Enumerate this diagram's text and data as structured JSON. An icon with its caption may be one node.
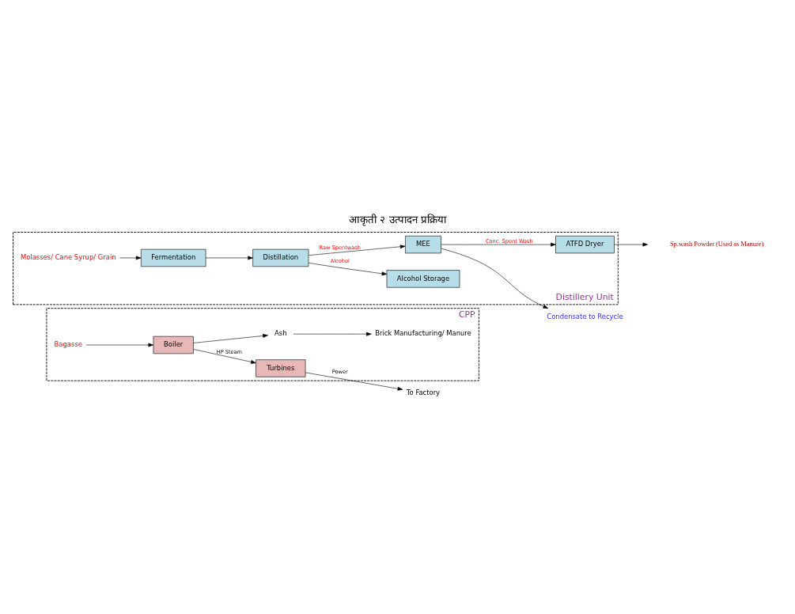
{
  "diagram": {
    "title": "आकृती २ उत्पादन प्रक्रिया",
    "nodes": [
      {
        "text": [
          "CPP"
        ]
      },
      {
        "text": [
          "Bagasse"
        ],
        "in": 0
      },
      {
        "text": [
          "Boiler"
        ],
        "in": 0
      },
      {
        "text": [
          "Turbines"
        ],
        "in": 0
      },
      {
        "text": [
          "To Factory"
        ]
      },
      {
        "text": [
          "Ash"
        ],
        "in": 0
      },
      {
        "text": [
          "Brick Manufacturing/ Manure"
        ],
        "in": 0
      },
      {
        "text": [
          "Distillery Unit"
        ]
      },
      {
        "text": [
          "Molasses/ Cane Syrup/ Grain"
        ],
        "in": 7
      },
      {
        "text": [
          "Fermentation"
        ],
        "in": 7
      },
      {
        "text": [
          "Distillation"
        ],
        "in": 7
      },
      {
        "text": [
          "Alcohol Storage"
        ],
        "in": 7
      },
      {
        "text": [
          "MEE"
        ],
        "in": 7
      },
      {
        "text": [
          "ATFD Dryer"
        ],
        "in": 7
      },
      {
        "text": [
          "Sp.wash Powder (Used as Manure)"
        ]
      },
      {
        "text": [
          "Condensate to Recycle"
        ]
      }
    ],
    "edges": [
      {
        "from": 1,
        "to": 2,
        "arrow": "to"
      },
      {
        "from": 2,
        "to": 3,
        "arrow": "to",
        "label": "HP Steam"
      },
      {
        "from": 3,
        "to": 4,
        "arrow": "to",
        "label": "Power"
      },
      {
        "from": 2,
        "to": 5,
        "arrow": "to"
      },
      {
        "from": 5,
        "to": 6,
        "arrow": "to"
      },
      {
        "from": 8,
        "to": 9,
        "arrow": "to"
      },
      {
        "from": 9,
        "to": 10,
        "arrow": "to"
      },
      {
        "from": 10,
        "to": 11,
        "arrow": "to",
        "label": "Alcohol"
      },
      {
        "from": 10,
        "to": 12,
        "arrow": "to",
        "label": "Raw Spentwash"
      },
      {
        "from": 12,
        "to": 13,
        "arrow": "to",
        "label": "Conc. Spent Wash"
      },
      {
        "from": 13,
        "to": 14,
        "arrow": "to"
      },
      {
        "from": 12,
        "to": 15,
        "arrow": "to"
      }
    ]
  }
}
